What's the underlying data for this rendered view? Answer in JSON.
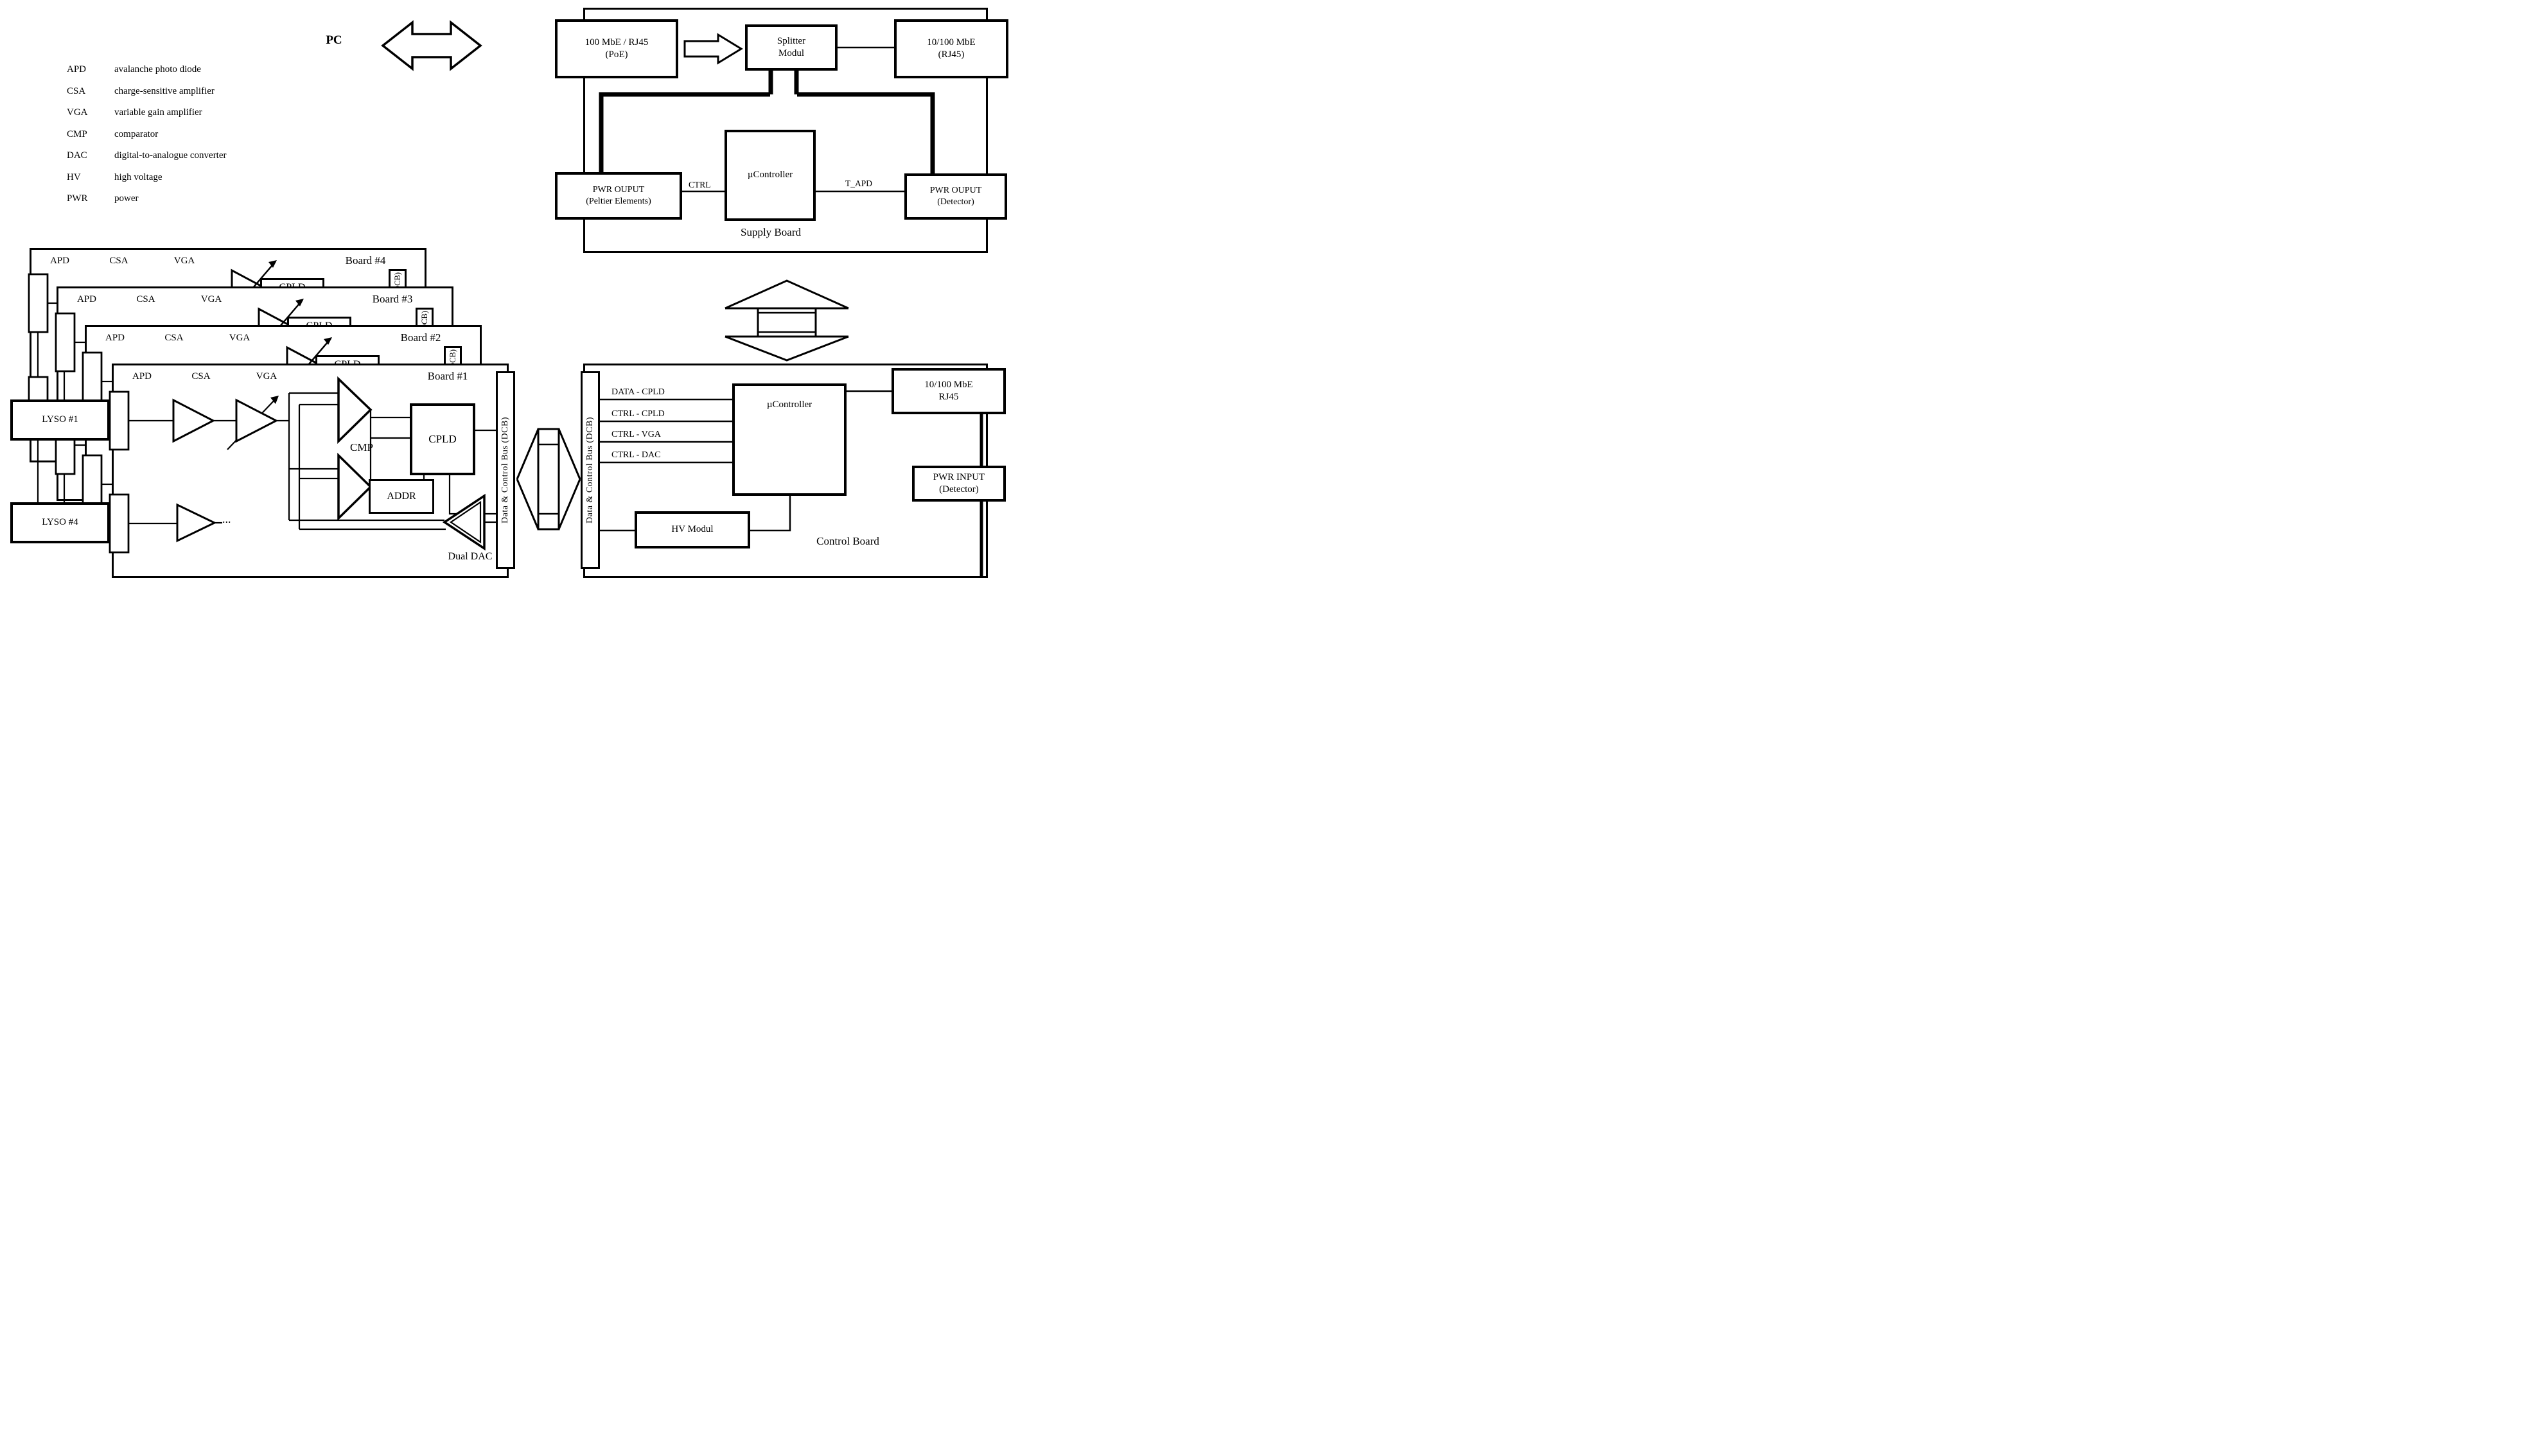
{
  "legend": {
    "items": [
      {
        "abbr": "APD",
        "def": "avalanche photo diode"
      },
      {
        "abbr": "CSA",
        "def": "charge-sensitive amplifier"
      },
      {
        "abbr": "VGA",
        "def": "variable gain amplifier"
      },
      {
        "abbr": "CMP",
        "def": "comparator"
      },
      {
        "abbr": "DAC",
        "def": "digital-to-analogue converter"
      },
      {
        "abbr": "HV",
        "def": "high voltage"
      },
      {
        "abbr": "PWR",
        "def": "power"
      }
    ]
  },
  "pc_label": "PC",
  "supply_board": {
    "title": "Supply Board",
    "poe_line1": "100 MbE / RJ45",
    "poe_line2": "(PoE)",
    "splitter_line1": "Splitter",
    "splitter_line2": "Modul",
    "mbe_line1": "10/100 MbE",
    "mbe_line2": "(RJ45)",
    "micro": "µController",
    "pwr_peltier_line1": "PWR OUPUT",
    "pwr_peltier_line2": "(Peltier Elements)",
    "pwr_detector_line1": "PWR OUPUT",
    "pwr_detector_line2": "(Detector)",
    "ctrl_label": "CTRL",
    "t_apd_label": "T_APD"
  },
  "boards": {
    "titles": [
      "Board #1",
      "Board #2",
      "Board #3",
      "Board #4"
    ],
    "apd": "APD",
    "csa": "CSA",
    "vga": "VGA",
    "cmp": "CMP",
    "cpld": "CPLD",
    "addr": "ADDR",
    "dual_dac": "Dual DAC",
    "dots": "...",
    "dcb": "Data & Control Bus (DCB)",
    "dcb_short": "(DCB)",
    "lyso1": "LYSO #1",
    "lyso4": "LYSO #4"
  },
  "control_board": {
    "title": "Control Board",
    "micro": "µController",
    "bus_labels": [
      "DATA - CPLD",
      "CTRL - CPLD",
      "CTRL - VGA",
      "CTRL - DAC"
    ],
    "mbe_line1": "10/100 MbE",
    "mbe_line2": "RJ45",
    "pwr_line1": "PWR INPUT",
    "pwr_line2": "(Detector)",
    "hv": "HV Modul",
    "dcb": "Data & Control Bus (DCB)"
  }
}
